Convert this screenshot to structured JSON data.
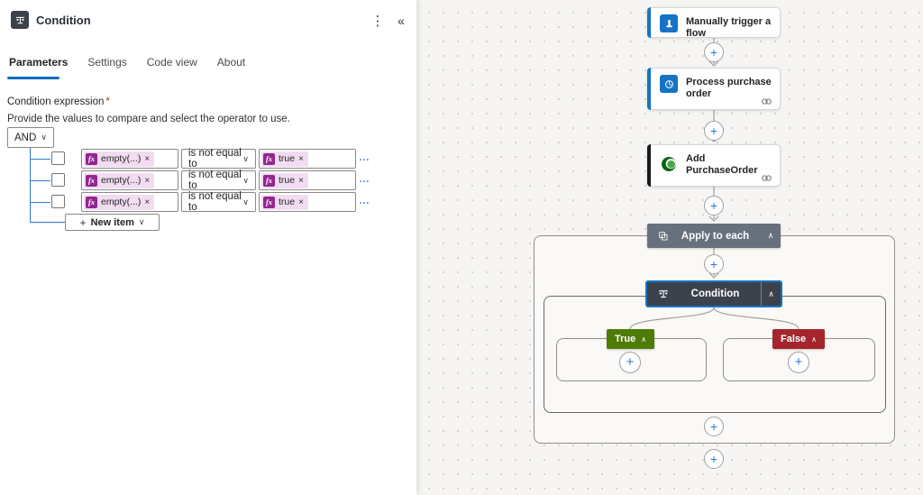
{
  "colors": {
    "accent": "#1673c6",
    "panel_accent": "#0f6cbd",
    "token": "#93268f",
    "token_bg": "#f2dcf1",
    "true": "#4e7b06",
    "false": "#a4262c",
    "apply_header": "#67707d",
    "condition_header": "#3b424b",
    "tree": "#2c7cc9",
    "connector": "#a19f9d"
  },
  "icons": {
    "fx": "fx",
    "chevron_down": "∨",
    "chevron_up": "∧",
    "collapse": "«",
    "more_vertical": "⋮",
    "dismiss": "×",
    "ellipsis": "…",
    "plus": "+",
    "required": "*"
  },
  "panel": {
    "title": "Condition",
    "tabs": [
      {
        "label": "Parameters"
      },
      {
        "label": "Settings"
      },
      {
        "label": "Code view"
      },
      {
        "label": "About"
      }
    ],
    "expression": {
      "label": "Condition expression",
      "description": "Provide the values to compare and select the operator to use.",
      "group_operator": "AND",
      "rows": [
        {
          "left": "empty(...)",
          "operator": "is not equal to",
          "right": "true"
        },
        {
          "left": "empty(...)",
          "operator": "is not equal to",
          "right": "true"
        },
        {
          "left": "empty(...)",
          "operator": "is not equal to",
          "right": "true"
        }
      ],
      "new_item": "New item"
    }
  },
  "canvas": {
    "trigger": {
      "title": "Manually trigger a flow"
    },
    "process": {
      "title": "Process purchase order"
    },
    "add_row": {
      "title": "Add PurchaseOrder"
    },
    "apply": {
      "title": "Apply to each"
    },
    "condition": {
      "title": "Condition"
    },
    "branches": {
      "true_label": "True",
      "false_label": "False"
    }
  }
}
